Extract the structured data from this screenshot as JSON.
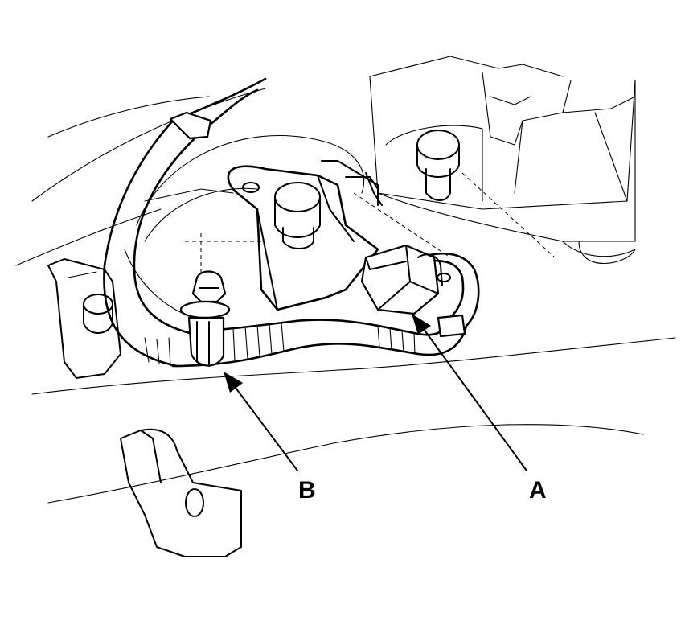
{
  "callouts": {
    "a": {
      "letter": "A",
      "refers_to": "connector"
    },
    "b": {
      "letter": "B",
      "refers_to": "harness clip"
    }
  },
  "colors": {
    "line": "#000000",
    "background": "#ffffff"
  }
}
